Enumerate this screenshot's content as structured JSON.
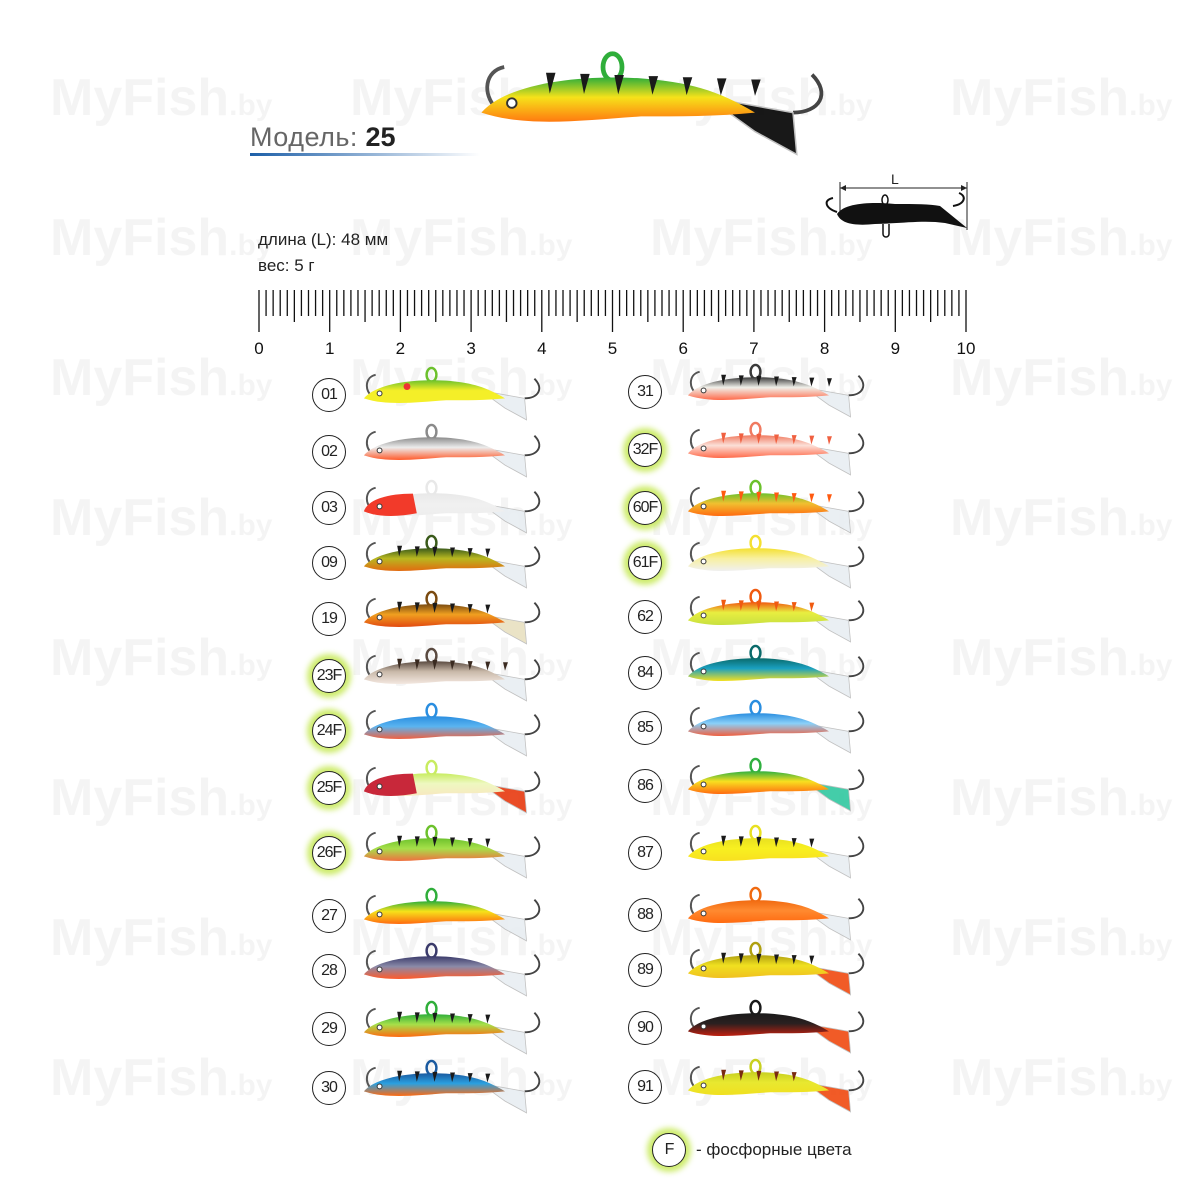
{
  "watermark": "MyFish",
  "watermark_suffix": ".by",
  "model": {
    "label": "Модель:",
    "number": "25"
  },
  "specs": {
    "length": "длина (L): 48 мм",
    "weight": "вес: 5 г"
  },
  "diagram_label": "L",
  "ruler": {
    "labels": [
      "0",
      "1",
      "2",
      "3",
      "4",
      "5",
      "6",
      "7",
      "8",
      "9",
      "10"
    ],
    "unit_divisions": 10
  },
  "hero_colors": {
    "back": "#2fae3a",
    "body": "#f6e21a",
    "belly": "#ff7a10",
    "stripe": "#1a1a1a",
    "stripes": 7
  },
  "left_column": [
    {
      "code": "01",
      "phosphor": false,
      "back": "#6cc12c",
      "body": "#f4ef28",
      "belly": "#f4ef28",
      "stripes": 0,
      "tail": "#e8eef2",
      "dot": "#e33"
    },
    {
      "code": "02",
      "phosphor": false,
      "back": "#8a8a8a",
      "body": "#ececec",
      "belly": "#ff5a2a",
      "stripes": 0,
      "tail": "#e8eef2"
    },
    {
      "code": "03",
      "phosphor": false,
      "back": "#e8e8e8",
      "body": "#f0f0f0",
      "belly": "#eeeeee",
      "stripes": 0,
      "tail": "#e8eef2",
      "head": "#f23a2a"
    },
    {
      "code": "09",
      "phosphor": false,
      "back": "#3a5a1a",
      "body": "#b8b820",
      "belly": "#e26a10",
      "stripe": "#1a1a1a",
      "stripes": 6,
      "tail": "#e8eef2"
    },
    {
      "code": "19",
      "phosphor": false,
      "back": "#7a4a10",
      "body": "#f0a020",
      "belly": "#e24a10",
      "stripe": "#1a1a1a",
      "stripes": 6,
      "tail": "#e8e0c0"
    },
    {
      "code": "23F",
      "phosphor": true,
      "back": "#5a4a40",
      "body": "#c8b8a8",
      "belly": "#f4e8e0",
      "stripe": "#3a2a20",
      "stripes": 7,
      "tail": "#e8eef2"
    },
    {
      "code": "24F",
      "phosphor": true,
      "back": "#2a8ee0",
      "body": "#5ab4f0",
      "belly": "#f06040",
      "stripes": 0,
      "tail": "#e8eef2"
    },
    {
      "code": "25F",
      "phosphor": true,
      "back": "#c8ec60",
      "body": "#eef8c0",
      "belly": "#f8e8c0",
      "stripes": 0,
      "tail": "#e83a10",
      "head": "#c8283a"
    },
    {
      "code": "26F",
      "phosphor": true,
      "back": "#6cc12c",
      "body": "#a6e04a",
      "belly": "#f07040",
      "stripe": "#1a1a1a",
      "stripes": 6,
      "tail": "#e8eef2"
    },
    {
      "code": "27",
      "phosphor": false,
      "back": "#2fae3a",
      "body": "#f6e21a",
      "belly": "#ff6a10",
      "stripes": 0,
      "tail": "#e8eef2"
    },
    {
      "code": "28",
      "phosphor": false,
      "back": "#3a3a6a",
      "body": "#8a8aa8",
      "belly": "#ff5a2a",
      "stripes": 0,
      "tail": "#e8eef2"
    },
    {
      "code": "29",
      "phosphor": false,
      "back": "#2fae3a",
      "body": "#a6e04a",
      "belly": "#ff6a10",
      "stripe": "#1a1a1a",
      "stripes": 6,
      "tail": "#e8eef2"
    },
    {
      "code": "30",
      "phosphor": false,
      "back": "#1a5aa0",
      "body": "#2aa0e0",
      "belly": "#ff6a10",
      "stripe": "#1a1a1a",
      "stripes": 6,
      "tail": "#e8eef2"
    }
  ],
  "right_column": [
    {
      "code": "31",
      "phosphor": false,
      "back": "#3a3a3a",
      "body": "#f0f0ea",
      "belly": "#ff6a4a",
      "stripe": "#1a1a1a",
      "stripes": 7,
      "tail": "#e8eef2"
    },
    {
      "code": "32F",
      "phosphor": true,
      "back": "#f07a60",
      "body": "#fbe0d8",
      "belly": "#ff6a4a",
      "stripe": "#f06040",
      "stripes": 7,
      "tail": "#e8eef2"
    },
    {
      "code": "60F",
      "phosphor": true,
      "back": "#6cc12c",
      "body": "#f0c030",
      "belly": "#ff6a10",
      "stripe": "#ff5a10",
      "stripes": 7,
      "tail": "#e8eef2"
    },
    {
      "code": "61F",
      "phosphor": true,
      "back": "#f4e030",
      "body": "#f8f0a0",
      "belly": "#f0f0f0",
      "stripes": 0,
      "tail": "#e8eef2"
    },
    {
      "code": "62",
      "phosphor": false,
      "back": "#f05a10",
      "body": "#e8ee40",
      "belly": "#c8e040",
      "stripe": "#f05a10",
      "stripes": 6,
      "tail": "#e8eef2"
    },
    {
      "code": "84",
      "phosphor": false,
      "back": "#0a6a6a",
      "body": "#1aa0c0",
      "belly": "#f4e020",
      "stripes": 0,
      "tail": "#e8eef2"
    },
    {
      "code": "85",
      "phosphor": false,
      "back": "#2a8ee0",
      "body": "#8ad0f8",
      "belly": "#f06040",
      "stripes": 0,
      "tail": "#e8eef2"
    },
    {
      "code": "86",
      "phosphor": false,
      "back": "#30b040",
      "body": "#f8e020",
      "belly": "#ff6a10",
      "stripes": 0,
      "tail": "#30c8a0"
    },
    {
      "code": "87",
      "phosphor": false,
      "back": "#e8e020",
      "body": "#f8f020",
      "belly": "#f8e020",
      "stripe": "#1a1a1a",
      "stripes": 6,
      "tail": "#e8eef2"
    },
    {
      "code": "88",
      "phosphor": false,
      "back": "#f06a10",
      "body": "#ff8a30",
      "belly": "#ff6a10",
      "stripes": 0,
      "tail": "#e8eef2"
    },
    {
      "code": "89",
      "phosphor": false,
      "back": "#b0a010",
      "body": "#f0e020",
      "belly": "#f0c020",
      "stripe": "#1a1a1a",
      "stripes": 6,
      "tail": "#f04a10"
    },
    {
      "code": "90",
      "phosphor": false,
      "back": "#1a1a1a",
      "body": "#2a2020",
      "belly": "#c02010",
      "stripes": 0,
      "tail": "#f04a10"
    },
    {
      "code": "91",
      "phosphor": false,
      "back": "#c8d020",
      "body": "#e8e830",
      "belly": "#f0e020",
      "stripe": "#7a2a10",
      "stripes": 5,
      "tail": "#f04a10"
    }
  ],
  "legend": {
    "symbol": "F",
    "text": "- фосфорные цвета"
  }
}
